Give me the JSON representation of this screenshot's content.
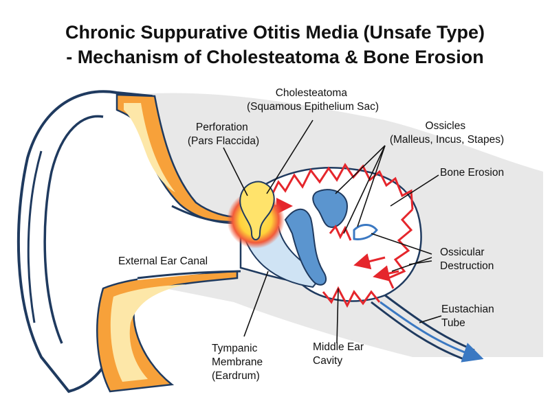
{
  "title": {
    "line1": "Chronic Suppurative Otitis Media (Unsafe Type)",
    "line2": "- Mechanism of Cholesteatoma & Bone Erosion"
  },
  "labels": {
    "cholesteatoma": [
      "Cholesteatoma",
      "(Squamous Epithelium Sac)"
    ],
    "perforation": [
      "Perforation",
      "(Pars Flaccida)"
    ],
    "ossicles": [
      "Ossicles",
      "(Malleus, Incus, Stapes)"
    ],
    "bone_erosion": [
      "Bone Erosion"
    ],
    "ossicular_destruction": [
      "Ossicular",
      "Destruction"
    ],
    "external_ear_canal": [
      "External Ear Canal"
    ],
    "eustachian_tube": [
      "Eustachian",
      "Tube"
    ],
    "tympanic_membrane": [
      "Tympanic",
      "Membrane",
      "(Eardrum)"
    ],
    "middle_ear_cavity": [
      "Middle Ear",
      "Cavity"
    ]
  },
  "colors": {
    "skin_outline": "#1f3a5f",
    "cartilage_orange": "#f7a13a",
    "cartilage_highlight": "#fde7a8",
    "bone_gray": "#e4e4e4",
    "middle_ear_blue": "#cfe3f4",
    "ossicle_blue": "#5b95cf",
    "erosion_red": "#e5262c",
    "cholesteatoma_yellow": "#ffe36b"
  }
}
